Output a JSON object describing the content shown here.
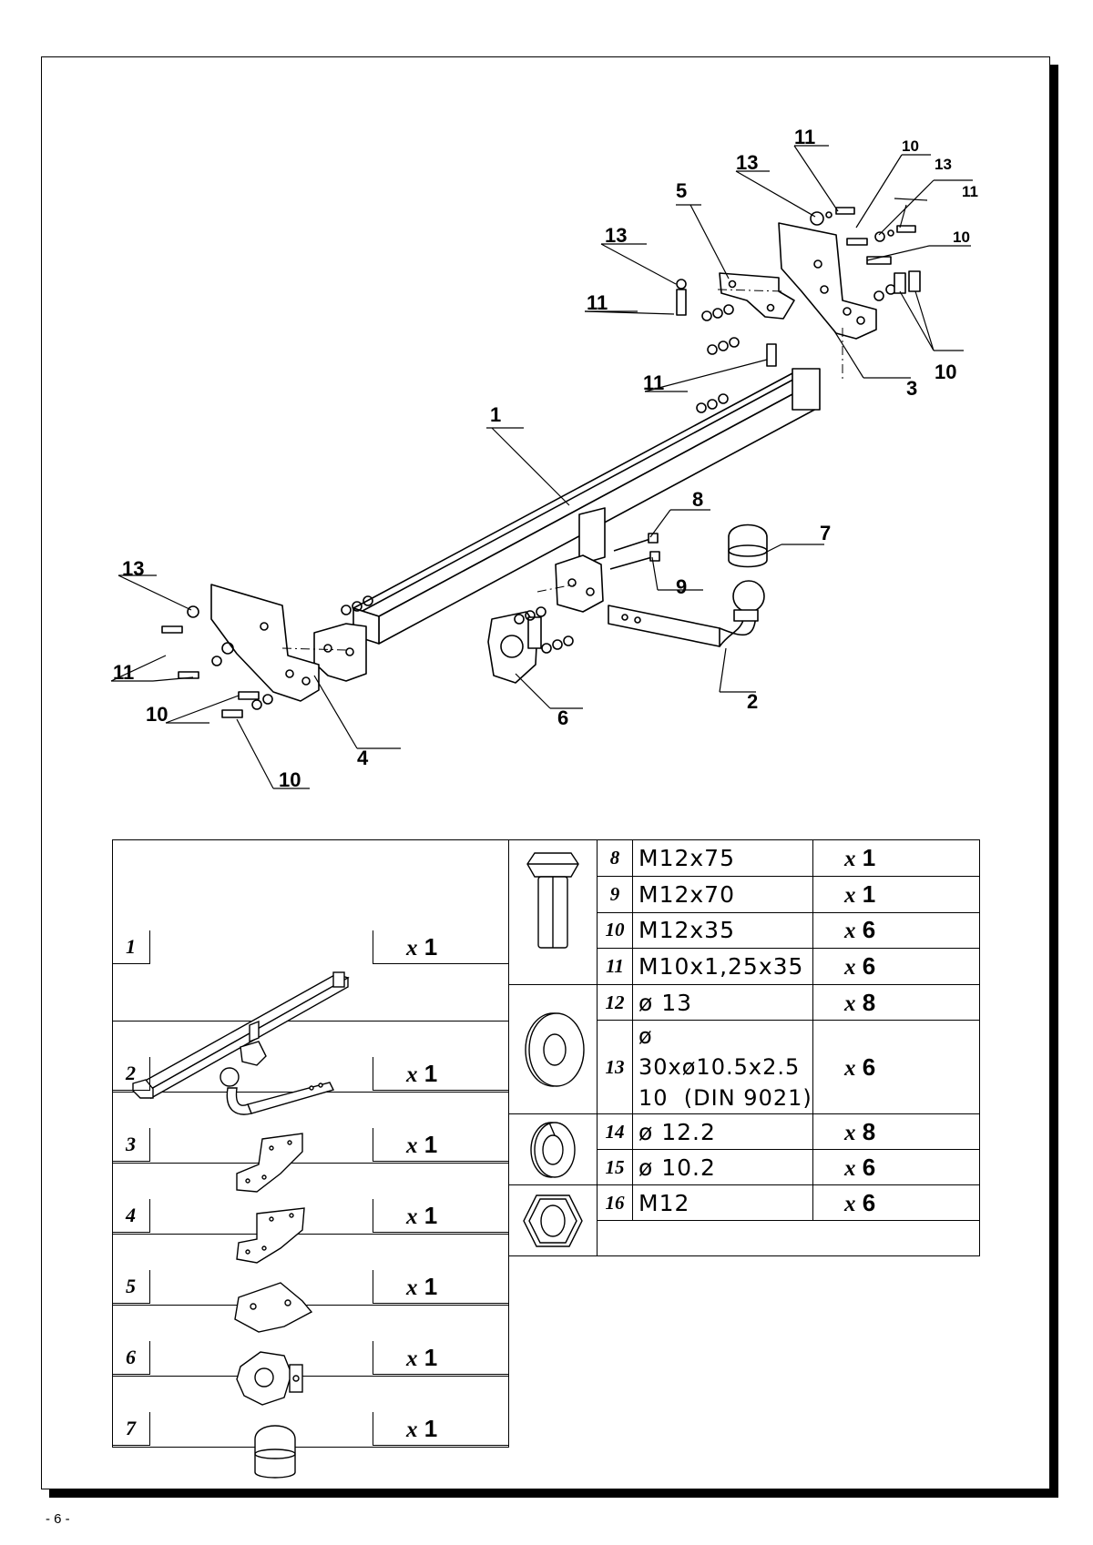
{
  "page": {
    "number": "- 6 -"
  },
  "callouts": {
    "c1": "1",
    "c2": "2",
    "c3": "3",
    "c4": "4",
    "c5": "5",
    "c6": "6",
    "c7": "7",
    "c8": "8",
    "c9": "9",
    "c10": "10",
    "c11": "11",
    "c13": "13"
  },
  "parts_left": [
    {
      "index": "1",
      "qty_prefix": "x",
      "qty": "1"
    },
    {
      "index": "2",
      "qty_prefix": "x",
      "qty": "1"
    },
    {
      "index": "3",
      "qty_prefix": "x",
      "qty": "1"
    },
    {
      "index": "4",
      "qty_prefix": "x",
      "qty": "1"
    },
    {
      "index": "5",
      "qty_prefix": "x",
      "qty": "1"
    },
    {
      "index": "6",
      "qty_prefix": "x",
      "qty": "1"
    },
    {
      "index": "7",
      "qty_prefix": "x",
      "qty": "1"
    }
  ],
  "parts_right": [
    {
      "index": "8",
      "desc": "M12x75",
      "qty_prefix": "x",
      "qty": "1",
      "icon": "bolt-icon"
    },
    {
      "index": "9",
      "desc": "M12x70",
      "qty_prefix": "x",
      "qty": "1",
      "icon": "bolt-icon"
    },
    {
      "index": "10",
      "desc": "M12x35",
      "qty_prefix": "x",
      "qty": "6",
      "icon": "bolt-icon"
    },
    {
      "index": "11",
      "desc": "M10x1,25x35",
      "qty_prefix": "x",
      "qty": "6",
      "icon": "bolt-icon"
    },
    {
      "index": "12",
      "desc": "ø 13",
      "qty_prefix": "x",
      "qty": "8",
      "icon": "flat-washer-icon"
    },
    {
      "index": "13",
      "desc_line1": "ø 30xø10.5x2.5",
      "desc_line2": "10  (DIN 9021)",
      "qty_prefix": "x",
      "qty": "6",
      "icon": "flat-washer-icon"
    },
    {
      "index": "14",
      "desc": "ø 12.2",
      "qty_prefix": "x",
      "qty": "8",
      "icon": "spring-washer-icon"
    },
    {
      "index": "15",
      "desc": "ø 10.2",
      "qty_prefix": "x",
      "qty": "6",
      "icon": "spring-washer-icon"
    },
    {
      "index": "16",
      "desc": "M12",
      "qty_prefix": "x",
      "qty": "6",
      "icon": "hex-nut-icon"
    }
  ]
}
